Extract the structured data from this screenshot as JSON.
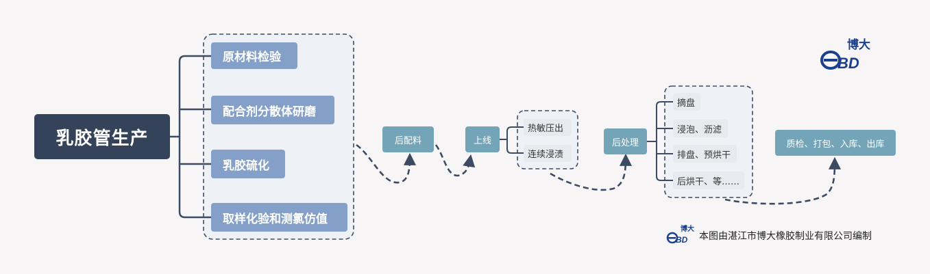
{
  "root": "乳胶管生产",
  "stage1": [
    "原材料检验",
    "配合剂分散体研磨",
    "乳胶硫化",
    "取样化验和测氯仿值"
  ],
  "steps": {
    "post_mix": "后配料",
    "online": "上线",
    "online_sub": [
      "热敏压出",
      "连续浸渍"
    ],
    "post_process": "后处理",
    "post_process_sub": [
      "摘盘",
      "浸泡、沥滤",
      "排盘、预烘干",
      "后烘干、等……"
    ],
    "final": "质检、打包、入库、出库"
  },
  "logo": {
    "brand": "博大",
    "letters": "BD"
  },
  "credit": "本图由湛江市博大橡胶制业有限公司编制",
  "colors": {
    "root_bg": "#35435a",
    "stage1_bg": "#85a0c8",
    "step_bg": "#74a4b8",
    "sub_bg": "#e7eaee",
    "connector": "#3c4b62",
    "logo": "#1b3f8f"
  }
}
